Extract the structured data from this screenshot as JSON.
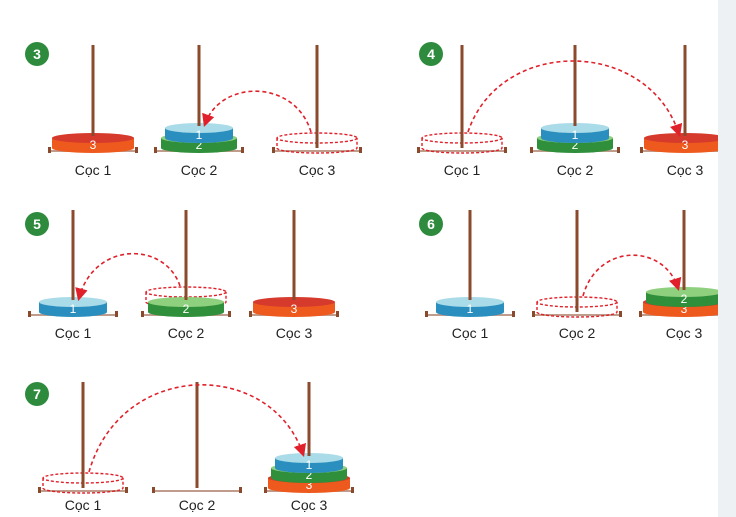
{
  "colors": {
    "badge": "#2e8b3e",
    "peg": "#8b4a2b",
    "disk1_top": "#a9dbe8",
    "disk1_side": "#2a8fbf",
    "disk2_top": "#8fd07e",
    "disk2_side": "#2f8f3a",
    "disk3_top": "#d63a2c",
    "disk3_side": "#ee5a1e",
    "arrow": "#e0202a",
    "ghost": "#e0202a"
  },
  "peg_labels": [
    "Cọc 1",
    "Cọc 2",
    "Cọc 3"
  ],
  "steps": [
    {
      "number": "3",
      "move": "disk 1: Cọc 3 → Cọc 2",
      "pegs": [
        [
          "3"
        ],
        [
          "2",
          "1"
        ],
        []
      ],
      "ghost_peg": 3,
      "target_peg": 2
    },
    {
      "number": "4",
      "move": "disk 3: Cọc 1 → Cọc 3",
      "pegs": [
        [],
        [
          "2",
          "1"
        ],
        [
          "3"
        ]
      ],
      "ghost_peg": 1,
      "target_peg": 3
    },
    {
      "number": "5",
      "move": "disk 1: Cọc 2 → Cọc 1",
      "pegs": [
        [
          "1"
        ],
        [
          "2"
        ],
        [
          "3"
        ]
      ],
      "ghost_peg": 2,
      "target_peg": 1
    },
    {
      "number": "6",
      "move": "disk 2: Cọc 2 → Cọc 3",
      "pegs": [
        [
          "1"
        ],
        [],
        [
          "3",
          "2"
        ]
      ],
      "ghost_peg": 2,
      "target_peg": 3
    },
    {
      "number": "7",
      "move": "disk 1: Cọc 1 → Cọc 3",
      "pegs": [
        [],
        [],
        [
          "3",
          "2",
          "1"
        ]
      ],
      "ghost_peg": 1,
      "target_peg": 3
    }
  ]
}
